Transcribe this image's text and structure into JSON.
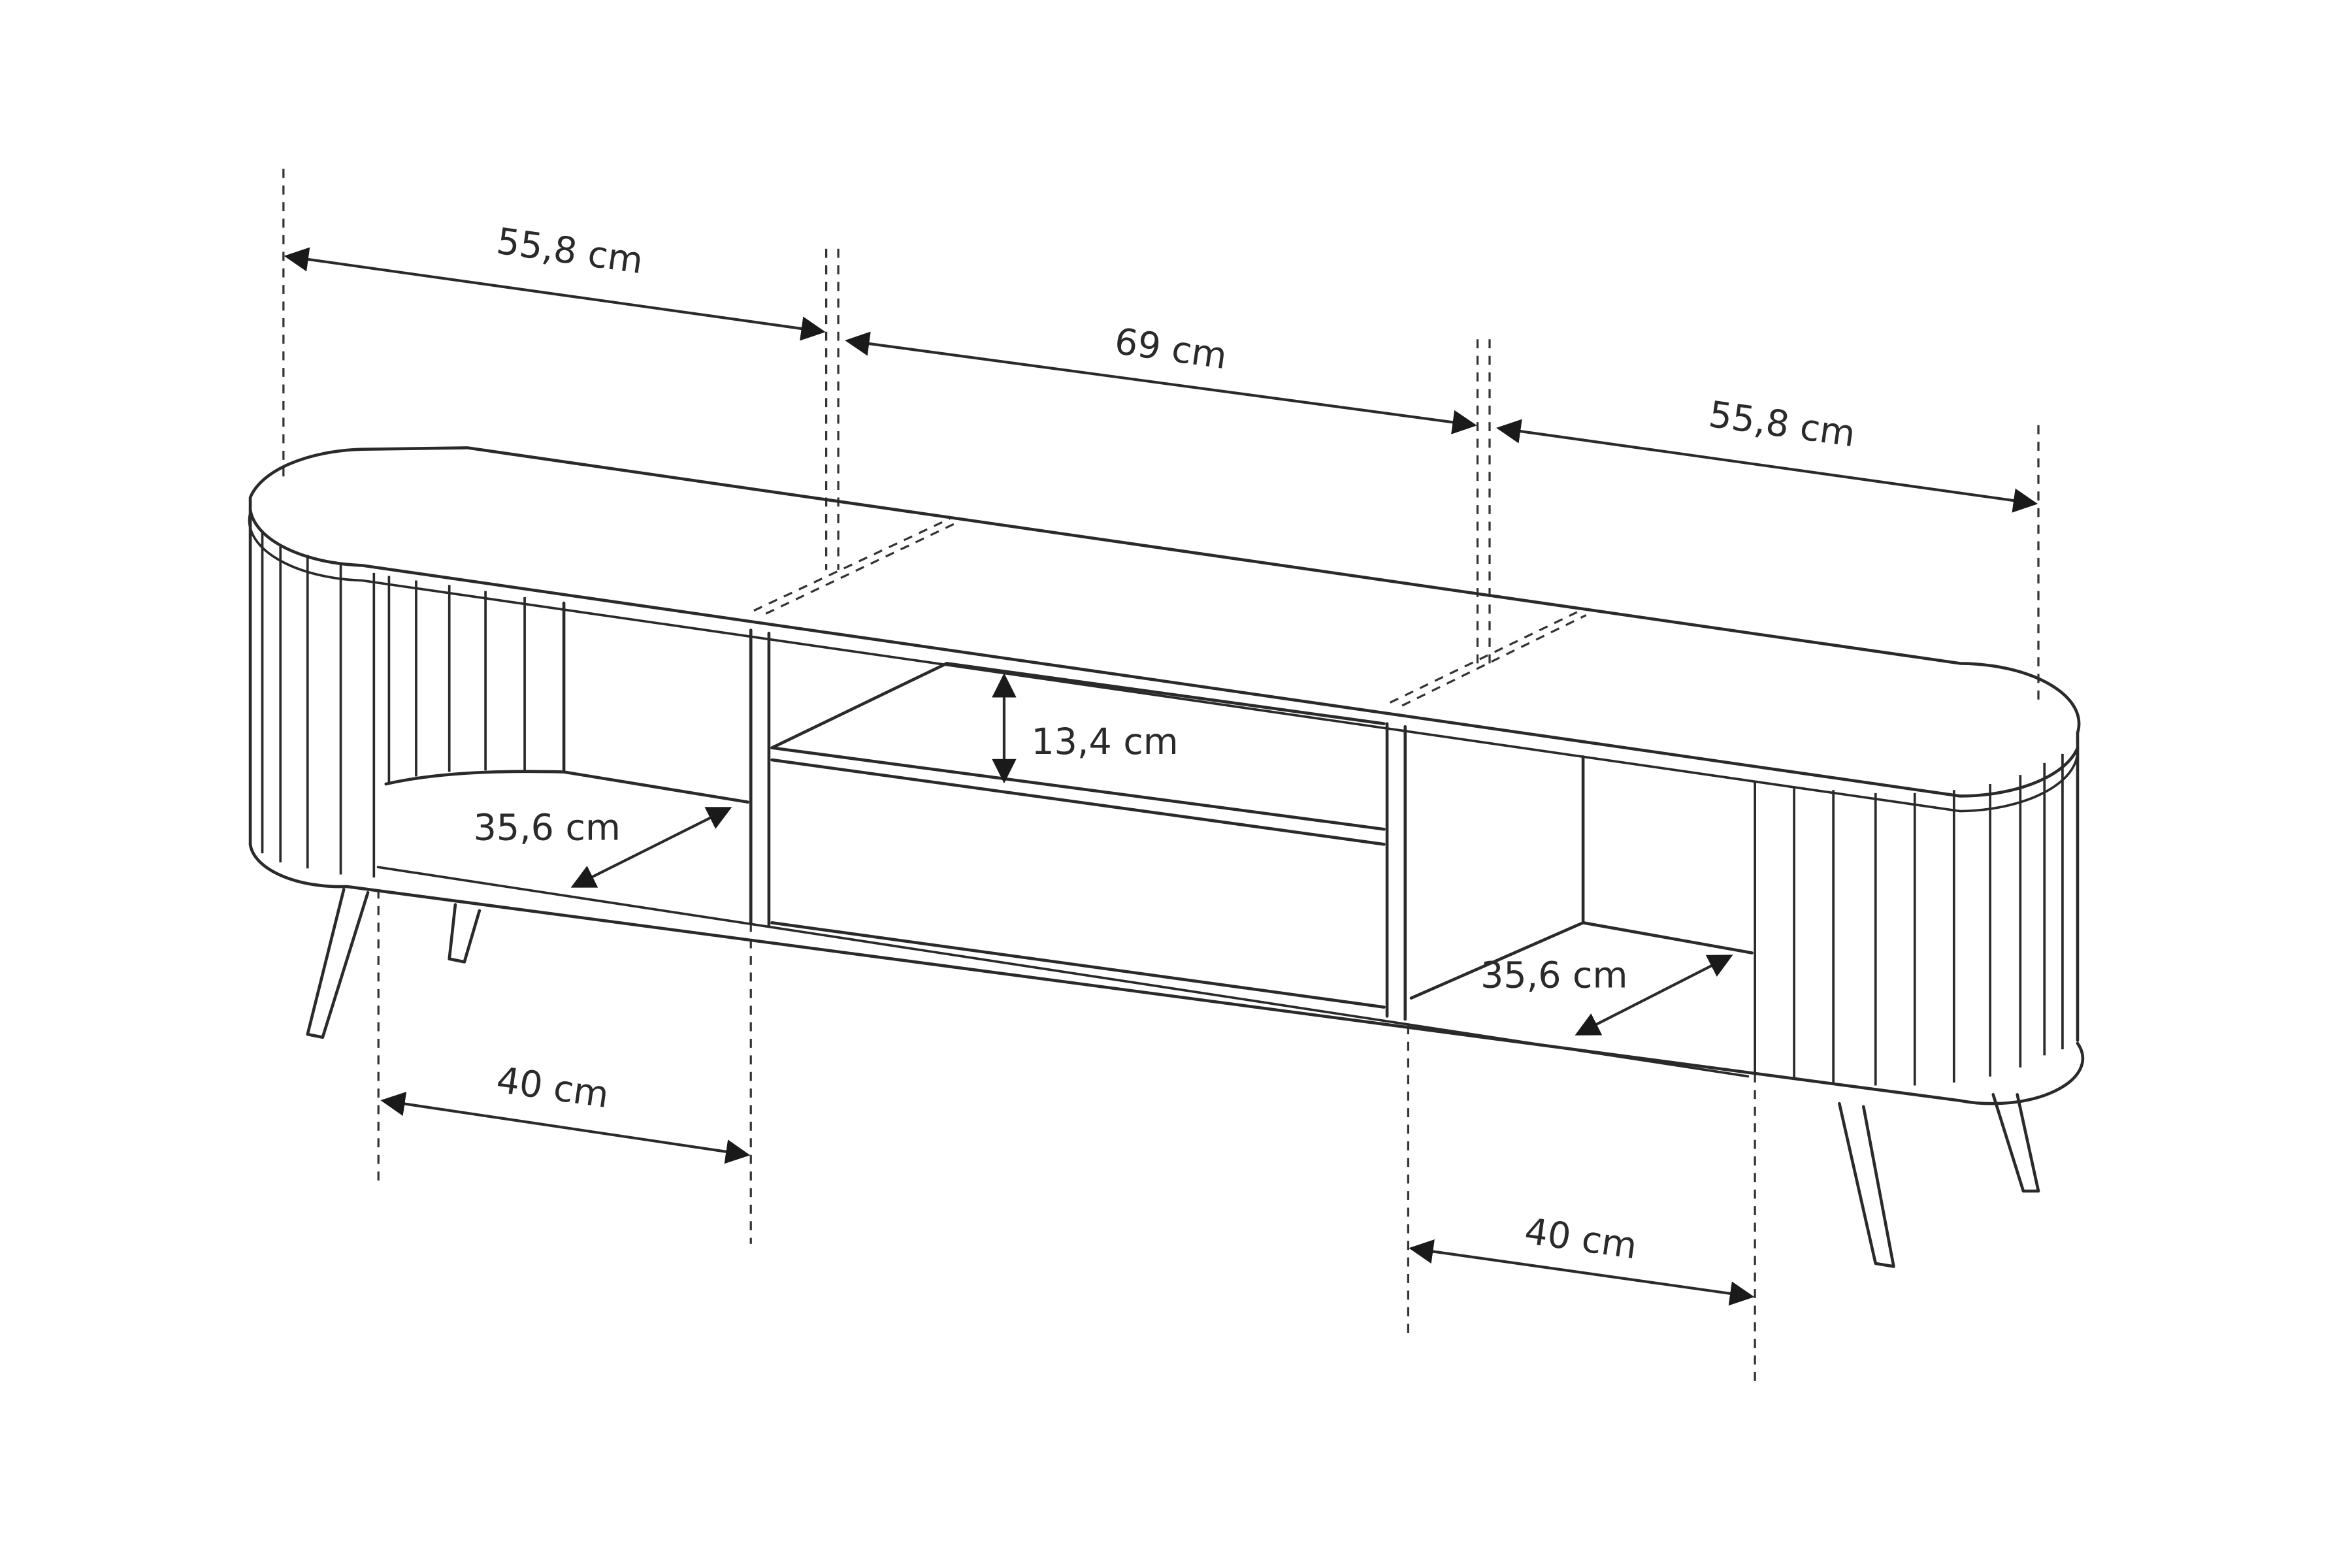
{
  "diagram": {
    "subject": "TV stand with rounded fluted ends, dimension drawing",
    "line_color": "#2a2a2a",
    "background": "#ffffff",
    "dimensions": {
      "top_left_section": "55,8 cm",
      "top_center_section": "69 cm",
      "top_right_section": "55,8 cm",
      "drawer_shelf_height": "13,4 cm",
      "left_shelf_depth": "35,6 cm",
      "right_shelf_depth": "35,6 cm",
      "left_opening_width": "40 cm",
      "right_opening_width": "40 cm"
    }
  }
}
